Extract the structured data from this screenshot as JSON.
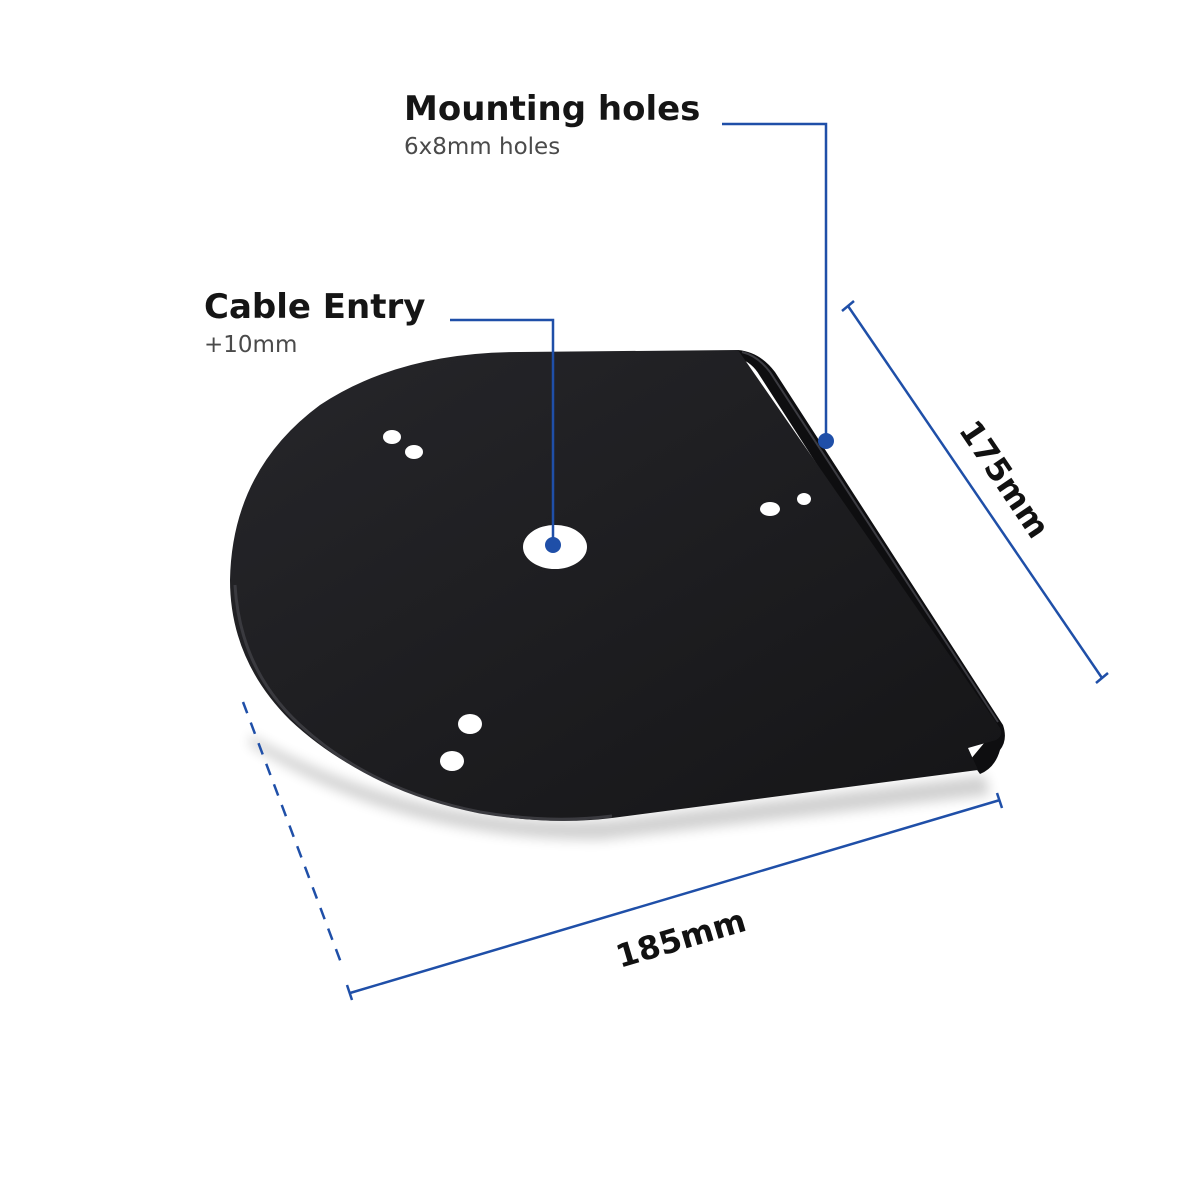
{
  "colors": {
    "accent": "#1f4fa8",
    "plate": "#1c1c1e",
    "background": "#ffffff",
    "hole": "#ffffff"
  },
  "callouts": {
    "mounting_holes": {
      "title": "Mounting holes",
      "subtitle": "6x8mm holes"
    },
    "cable_entry": {
      "title": "Cable Entry",
      "subtitle": "+10mm"
    }
  },
  "dimensions": {
    "depth": "175mm",
    "width": "185mm"
  }
}
